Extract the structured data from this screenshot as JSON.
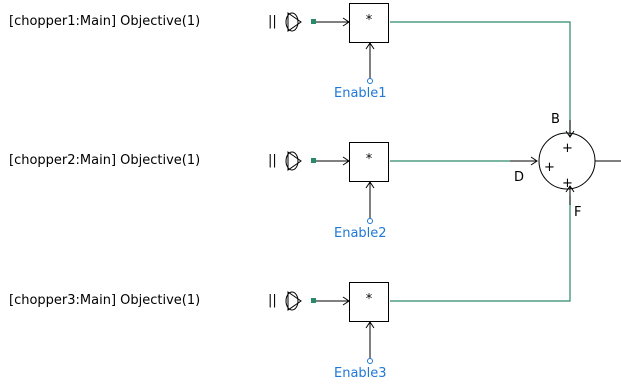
{
  "rows": [
    {
      "input_label": "[chopper1:Main] Objective(1)",
      "enable_label": "Enable1",
      "op_symbol": "*"
    },
    {
      "input_label": "[chopper2:Main] Objective(1)",
      "enable_label": "Enable2",
      "op_symbol": "*"
    },
    {
      "input_label": "[chopper3:Main] Objective(1)",
      "enable_label": "Enable3",
      "op_symbol": "*"
    }
  ],
  "summer": {
    "port_top": "B",
    "port_left": "D",
    "port_bottom": "F",
    "sign_top": "+",
    "sign_left": "+",
    "sign_bottom": "+"
  },
  "colors": {
    "wire": "#2a8a6a",
    "enable_text": "#1e78d7",
    "line": "#000000"
  }
}
